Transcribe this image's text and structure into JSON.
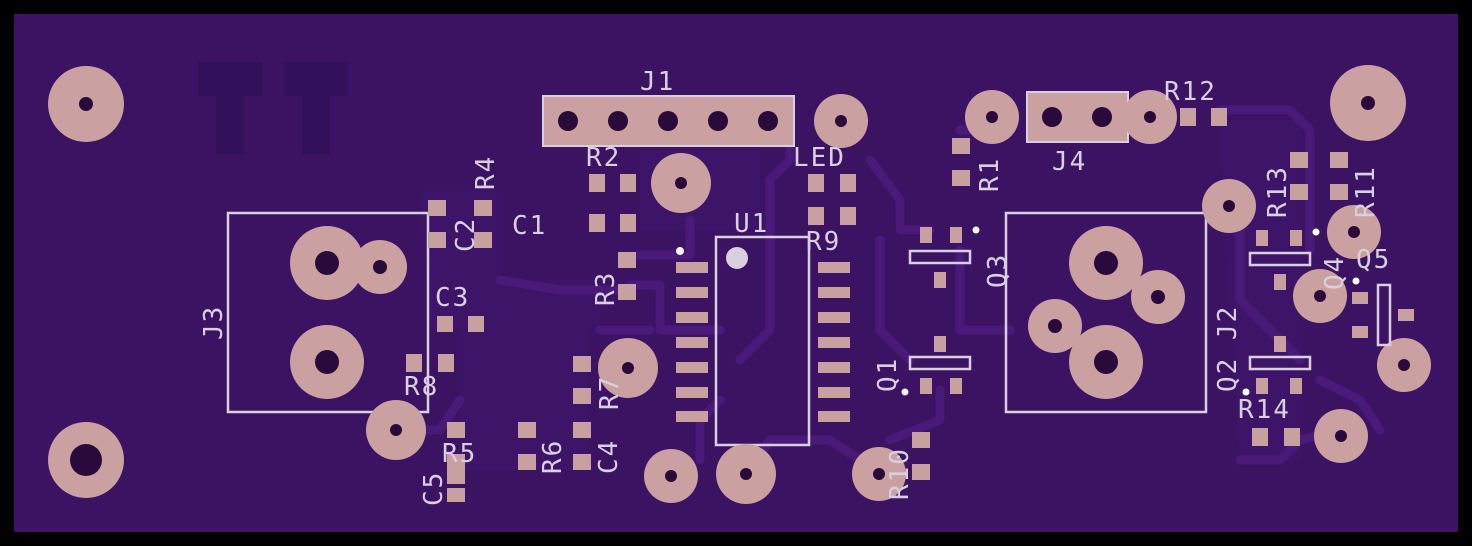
{
  "colors": {
    "background": "#000000",
    "board": "#3c1263",
    "copper_pad": "#caa0a0",
    "silkscreen": "#d8d0e0",
    "trace": "#4a1a7a"
  },
  "labels": {
    "J1": "J1",
    "J2": "J2",
    "J3": "J3",
    "J4": "J4",
    "U1": "U1",
    "LED": "LED",
    "C1": "C1",
    "C2": "C2",
    "C3": "C3",
    "C4": "C4",
    "C5": "C5",
    "R1": "R1",
    "R2": "R2",
    "R3": "R3",
    "R4": "R4",
    "R5": "R5",
    "R6": "R6",
    "R7": "R7",
    "R8": "R8",
    "R9": "R9",
    "R10": "R10",
    "R11": "R11",
    "R12": "R12",
    "R13": "R13",
    "R14": "R14",
    "Q1": "Q1",
    "Q2": "Q2",
    "Q3": "Q3",
    "Q4": "Q4",
    "Q5": "Q5",
    "logo": "TT"
  }
}
